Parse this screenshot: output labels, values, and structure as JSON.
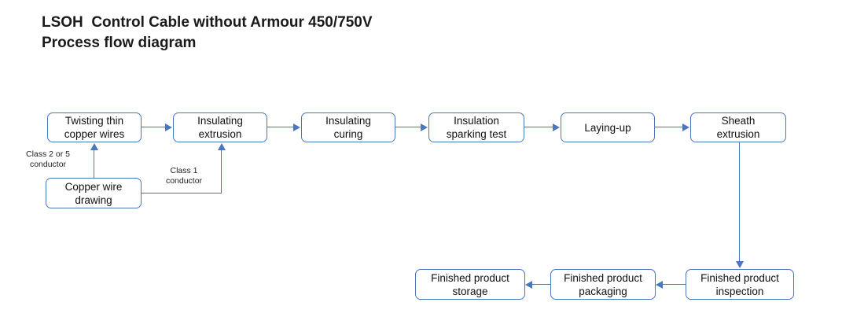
{
  "diagram": {
    "title_lines": [
      "LSOH  Control Cable without Armour 450/750V",
      "Process flow diagram"
    ],
    "accent_color": "#4a76bd",
    "border_color": "#4a76bd",
    "text_color": "#111111",
    "background_color": "#ffffff",
    "nodes": [
      {
        "id": "twisting-thin-copper-wires",
        "label": "Twisting thin\ncopper wires"
      },
      {
        "id": "insulating-extrusion",
        "label": "Insulating\nextrusion"
      },
      {
        "id": "insulating-curing",
        "label": "Insulating\ncuring"
      },
      {
        "id": "insulation-sparking-test",
        "label": "Insulation\nsparking test"
      },
      {
        "id": "laying-up",
        "label": "Laying-up"
      },
      {
        "id": "sheath-extrusion",
        "label": "Sheath\nextrusion"
      },
      {
        "id": "copper-wire-drawing",
        "label": "Copper wire\ndrawing"
      },
      {
        "id": "finished-product-inspection",
        "label": "Finished product\ninspection"
      },
      {
        "id": "finished-product-packaging",
        "label": "Finished product\npackaging"
      },
      {
        "id": "finished-product-storage",
        "label": "Finished product\nstorage"
      }
    ],
    "edge_captions": [
      {
        "id": "class-2-or-5-conductor",
        "label": "Class 2 or 5\nconductor"
      },
      {
        "id": "class-1-conductor",
        "label": "Class 1\nconductor"
      }
    ]
  }
}
